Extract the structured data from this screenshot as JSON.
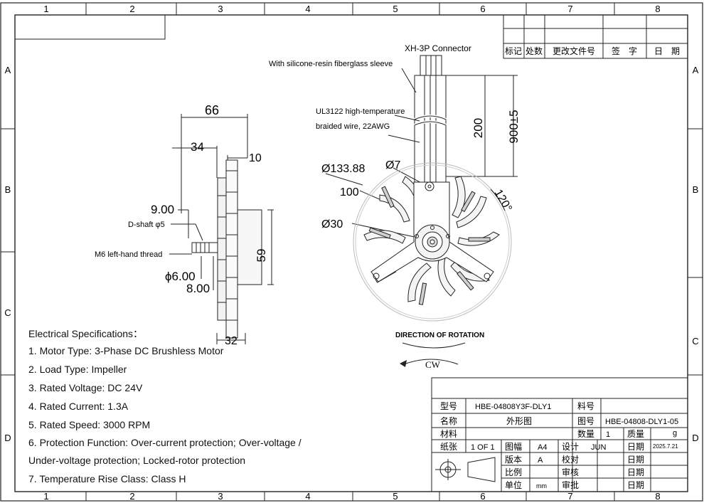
{
  "border": {
    "col_numbers": [
      "1",
      "2",
      "3",
      "4",
      "5",
      "6",
      "7",
      "8"
    ],
    "row_letters_left": [
      "A",
      "B",
      "C",
      "D"
    ],
    "row_letters_right": [
      "A",
      "B",
      "C",
      "D"
    ]
  },
  "revision_table": {
    "headers": [
      "标记",
      "处数",
      "更改文件号",
      "签　字",
      "日　期"
    ]
  },
  "side_view": {
    "dim_66": "66",
    "dim_34": "34",
    "dim_10": "10",
    "dim_9": "9.00",
    "dim_dshaft": "D-shaft φ5",
    "dim_thread": "M6 left-hand thread",
    "dim_phi6": "ϕ6.00",
    "dim_8": "8.00",
    "dim_59": "59",
    "dim_32": "32"
  },
  "front_view": {
    "connector": "XH-3P Connector",
    "sleeve": "With silicone-resin fiberglass sleeve",
    "wire_line1": "UL3122 high-temperature",
    "wire_line2": "braided wire, 22AWG",
    "dim_200": "200",
    "dim_900": "900±5",
    "dim_phi133": "Ø133.88",
    "dim_phi7": "Ø7",
    "dim_100": "100",
    "dim_phi30": "Ø30",
    "dim_120": "120°",
    "rotation": "DIRECTION OF ROTATION",
    "cw": "CW"
  },
  "specs": {
    "title": "Electrical Specifications：",
    "items": [
      "1. Motor Type: 3-Phase DC Brushless Motor",
      "2. Load Type: Impeller",
      "3. Rated Voltage: DC 24V",
      "4. Rated Current: 1.3A",
      "5. Rated Speed: 3000 RPM",
      "6. Protection Function: Over-current protection; Over-voltage /",
      "Under-voltage protection; Locked-rotor protection",
      "7. Temperature Rise Class: Class H"
    ]
  },
  "title_block": {
    "model_label": "型号",
    "model_value": "HBE-04808Y3F-DLY1",
    "material_no_label": "料号",
    "name_label": "名称",
    "name_value": "外形图",
    "drawing_no_label": "图号",
    "drawing_no_value": "HBE-04808-DLY1-05",
    "material_label": "材料",
    "qty_label": "数量",
    "qty_value": "1",
    "weight_label": "质量",
    "weight_value": "g",
    "sheet_label": "纸张",
    "sheet_value": "1 OF 1",
    "format_label": "图幅",
    "format_value": "A4",
    "design_label": "设计",
    "design_value": "JUN",
    "date_label": "日期",
    "date_value": "2025.7.21",
    "version_label": "版本",
    "version_value": "A",
    "check_label": "校对",
    "scale_label": "比例",
    "review_label": "审核",
    "unit_label": "单位",
    "unit_value": "mm",
    "approve_label": "审批"
  }
}
